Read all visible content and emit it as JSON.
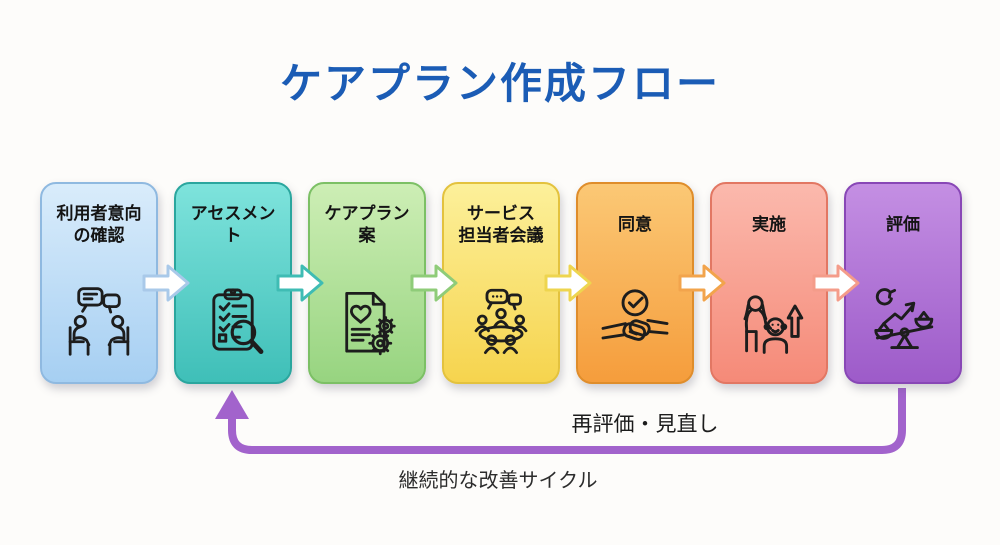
{
  "title": {
    "text": "ケアプラン作成フロー",
    "color": "#1b5cb5"
  },
  "steps": [
    {
      "label": "利用者意向\nの確認",
      "icon": "interview-icon",
      "colors": {
        "top": "#d9ecfb",
        "bottom": "#a6cff2",
        "border": "#8fb9e0",
        "arrow": "#a9c9e9"
      }
    },
    {
      "label": "アセスメン\nト",
      "icon": "assessment-icon",
      "colors": {
        "top": "#7ee3dc",
        "bottom": "#3fbfb8",
        "border": "#2aa69e",
        "arrow": "#3fbcb4"
      }
    },
    {
      "label": "ケアプラン\n案",
      "icon": "care-plan-icon",
      "colors": {
        "top": "#cdeeb5",
        "bottom": "#97d480",
        "border": "#7cc065",
        "arrow": "#8fcc79"
      }
    },
    {
      "label": "サービス\n担当者会議",
      "icon": "meeting-icon",
      "colors": {
        "top": "#fcf09a",
        "bottom": "#f6d44e",
        "border": "#e3c23e",
        "arrow": "#eed54f"
      }
    },
    {
      "label": "同意",
      "icon": "agreement-icon",
      "colors": {
        "top": "#fbc875",
        "bottom": "#f59d3c",
        "border": "#df8d2b",
        "arrow": "#f2a44c"
      }
    },
    {
      "label": "実施",
      "icon": "implementation-icon",
      "colors": {
        "top": "#fbb9ad",
        "bottom": "#f58a78",
        "border": "#e27763",
        "arrow": "#f49c8a"
      }
    },
    {
      "label": "評価",
      "icon": "evaluation-icon",
      "colors": {
        "top": "#c48fe3",
        "bottom": "#9d5bc9",
        "border": "#8847b6",
        "arrow": "#a263cc"
      }
    }
  ],
  "loop": {
    "color": "#a263cc",
    "label_top": "再評価・見直し",
    "label_bottom": "継続的な改善サイクル"
  }
}
